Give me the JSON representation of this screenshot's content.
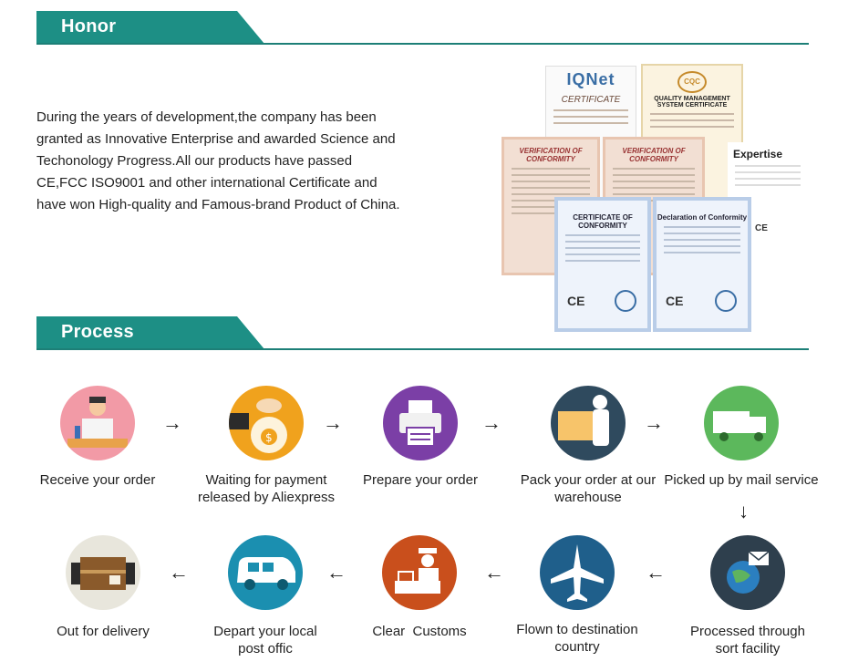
{
  "honor": {
    "heading": "Honor",
    "paragraph": "During the years of development,the company has been granted as Innovative Enterprise and awarded Science and Techonology Progress.All our products have passed CE,FCC ISO9001 and other international Certificate and have won High-quality and Famous-brand Product of China.",
    "certificates": {
      "iqnet_logo": "IQNet",
      "iqnet_title": "CERTIFICATE",
      "ccc_logo": "CQC",
      "qms_title": "QUALITY MANAGEMENT SYSTEM CERTIFICATE",
      "verification_title": "VERIFICATION OF CONFORMITY",
      "verification_title_2": "VERIFICATION OF CONFORMITY",
      "expertise_title": "Expertise",
      "conformity_title": "CERTIFICATE OF CONFORMITY",
      "declaration_title": "Declaration of Conformity",
      "ce_mark": "CE",
      "ce_mark_2": "CE",
      "ce_mark_3": "CE"
    }
  },
  "process": {
    "heading": "Process",
    "arrow_right": "→",
    "arrow_left": "←",
    "arrow_down": "↓",
    "steps": [
      {
        "label": "Receive your order",
        "icon": "person-at-desk-icon",
        "color": "#f29aa6"
      },
      {
        "label": "Waiting for payment released by Aliexpress",
        "icon": "money-bag-hand-icon",
        "color": "#f0a21d"
      },
      {
        "label": "Prepare your order",
        "icon": "printer-icon",
        "color": "#7b3fa6"
      },
      {
        "label": "Pack your order at our warehouse",
        "icon": "packing-person-icon",
        "color": "#2f4a5e"
      },
      {
        "label": "Picked up by mail service",
        "icon": "delivery-truck-icon",
        "color": "#5cb85c"
      },
      {
        "label": "Processed through sort facility",
        "icon": "globe-mail-icon",
        "color": "#2e3f4d"
      },
      {
        "label": "Flown to destination country",
        "icon": "airplane-icon",
        "color": "#1f5f8b"
      },
      {
        "label": "Clear  Customs",
        "icon": "customs-officer-icon",
        "color": "#c94f1c"
      },
      {
        "label": "Depart your local post offic",
        "icon": "van-icon",
        "color": "#1b8fb0"
      },
      {
        "label": "Out for delivery",
        "icon": "parcel-box-icon",
        "color": "#e8e6dc"
      }
    ]
  }
}
